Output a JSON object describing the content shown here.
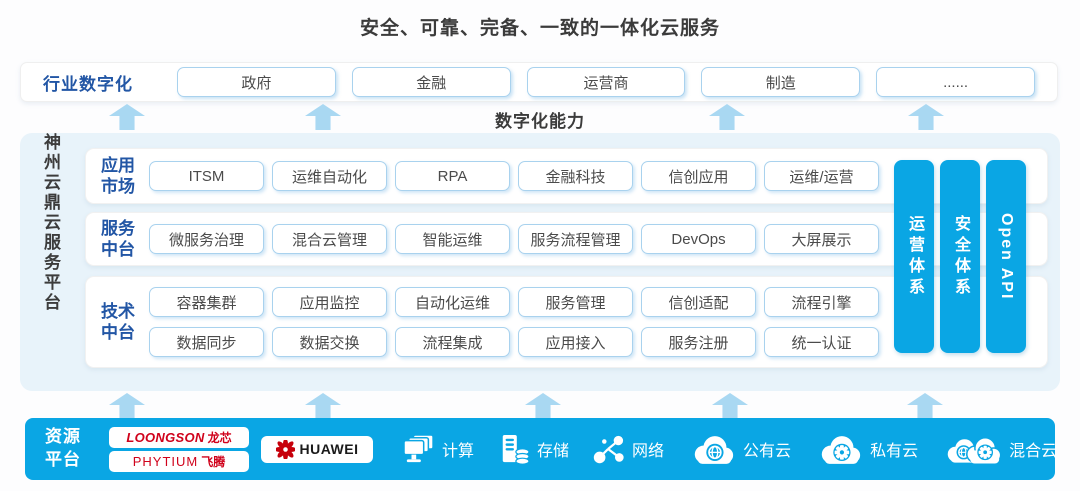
{
  "title": "安全、可靠、完备、一致的一体化云服务",
  "industry": {
    "label": "行业数字化",
    "items": [
      "政府",
      "金融",
      "运营商",
      "制造",
      "......"
    ]
  },
  "capability_label": "数字化能力",
  "platform": {
    "side_label": "神州云鼎云服务平台",
    "rows": [
      {
        "label_line1": "应用",
        "label_line2": "市场",
        "lines": [
          [
            "ITSM",
            "运维自动化",
            "RPA",
            "金融科技",
            "信创应用",
            "运维/运营"
          ]
        ]
      },
      {
        "label_line1": "服务",
        "label_line2": "中台",
        "lines": [
          [
            "微服务治理",
            "混合云管理",
            "智能运维",
            "服务流程管理",
            "DevOps",
            "大屏展示"
          ]
        ]
      },
      {
        "label_line1": "技术",
        "label_line2": "中台",
        "lines": [
          [
            "容器集群",
            "应用监控",
            "自动化运维",
            "服务管理",
            "信创适配",
            "流程引擎"
          ],
          [
            "数据同步",
            "数据交换",
            "流程集成",
            "应用接入",
            "服务注册",
            "统一认证"
          ]
        ]
      }
    ],
    "pillars": [
      "运营体系",
      "安全体系",
      "Open API"
    ]
  },
  "resources": {
    "label_line1": "资源",
    "label_line2": "平台",
    "vendor_loongson": {
      "latin": "LOONGSON",
      "cjk": "龙芯"
    },
    "vendor_phytium": {
      "latin": "PHYTIUM",
      "cjk": "飞腾"
    },
    "vendor_huawei": "HUAWEI",
    "items": [
      {
        "icon": "compute-icon",
        "label": "计算"
      },
      {
        "icon": "storage-icon",
        "label": "存储"
      },
      {
        "icon": "network-icon",
        "label": "网络"
      },
      {
        "icon": "public-cloud-icon",
        "label": "公有云"
      },
      {
        "icon": "private-cloud-icon",
        "label": "私有云"
      },
      {
        "icon": "hybrid-cloud-icon",
        "label": "混合云"
      }
    ]
  },
  "colors": {
    "accent_blue": "#0aa6e4",
    "arrow_blue": "#a9d8f2",
    "panel_blue": "#e8f3fa",
    "box_border_blue": "#a9d2ee",
    "label_blue": "#2256a5",
    "loongson_red": "#d0021b",
    "huawei_red": "#c7000b",
    "text_dark": "#3b3b3b"
  }
}
